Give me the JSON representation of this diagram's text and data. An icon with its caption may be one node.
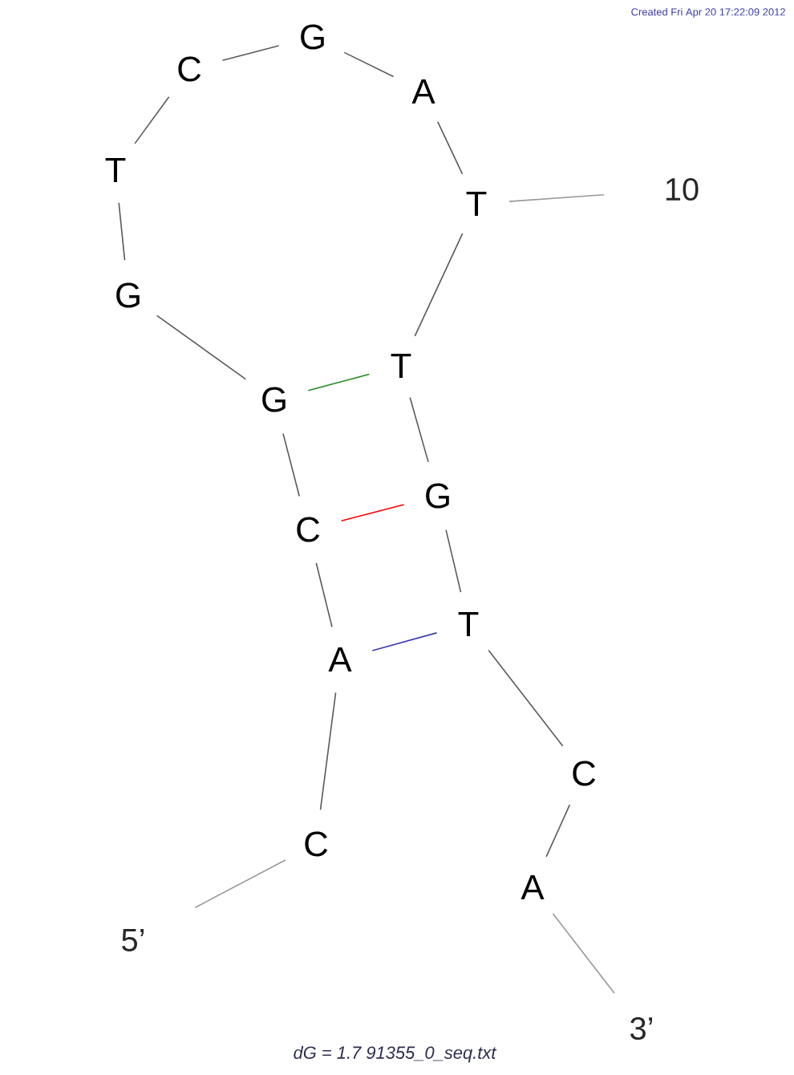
{
  "diagram": {
    "caption": "dG = 1.7 91355_0_seq.txt",
    "nodes": [
      {
        "text": [
          "C"
        ]
      },
      {
        "text": [
          "A"
        ]
      },
      {
        "text": [
          "C"
        ]
      },
      {
        "text": [
          "G"
        ]
      },
      {
        "text": [
          "G"
        ]
      },
      {
        "text": [
          "T"
        ]
      },
      {
        "text": [
          "C"
        ]
      },
      {
        "text": [
          "G"
        ]
      },
      {
        "text": [
          "A"
        ]
      },
      {
        "text": [
          "T"
        ]
      },
      {
        "text": [
          "T"
        ]
      },
      {
        "text": [
          "G"
        ]
      },
      {
        "text": [
          "T"
        ]
      },
      {
        "text": [
          "C"
        ]
      },
      {
        "text": [
          "A"
        ]
      },
      {
        "text": [
          "10"
        ]
      },
      {
        "text": [
          "5’"
        ]
      },
      {
        "text": [
          "3’"
        ]
      }
    ],
    "edges": [
      {
        "from": 0,
        "to": 1,
        "arrow": "none"
      },
      {
        "from": 1,
        "to": 2,
        "arrow": "none"
      },
      {
        "from": 2,
        "to": 3,
        "arrow": "none"
      },
      {
        "from": 3,
        "to": 4,
        "arrow": "none"
      },
      {
        "from": 4,
        "to": 5,
        "arrow": "none"
      },
      {
        "from": 5,
        "to": 6,
        "arrow": "none"
      },
      {
        "from": 6,
        "to": 7,
        "arrow": "none"
      },
      {
        "from": 7,
        "to": 8,
        "arrow": "none"
      },
      {
        "from": 8,
        "to": 9,
        "arrow": "none"
      },
      {
        "from": 9,
        "to": 10,
        "arrow": "none"
      },
      {
        "from": 10,
        "to": 11,
        "arrow": "none"
      },
      {
        "from": 11,
        "to": 12,
        "arrow": "none"
      },
      {
        "from": 12,
        "to": 13,
        "arrow": "none"
      },
      {
        "from": 13,
        "to": 14,
        "arrow": "none"
      },
      {
        "from": 3,
        "to": 10,
        "arrow": "none",
        "color": "#228b22"
      },
      {
        "from": 2,
        "to": 11,
        "arrow": "none",
        "color": "#ff0000"
      },
      {
        "from": 1,
        "to": 12,
        "arrow": "none",
        "color": "#3b3bb3"
      },
      {
        "from": 15,
        "to": 9,
        "arrow": "none",
        "color": "#9a9a9a"
      },
      {
        "from": 16,
        "to": 0,
        "arrow": "none",
        "color": "#9a9a9a"
      },
      {
        "from": 17,
        "to": 14,
        "arrow": "none",
        "color": "#9a9a9a"
      }
    ],
    "labels": [
      "Created Fri Apr 20 17:22:09 2012"
    ]
  }
}
